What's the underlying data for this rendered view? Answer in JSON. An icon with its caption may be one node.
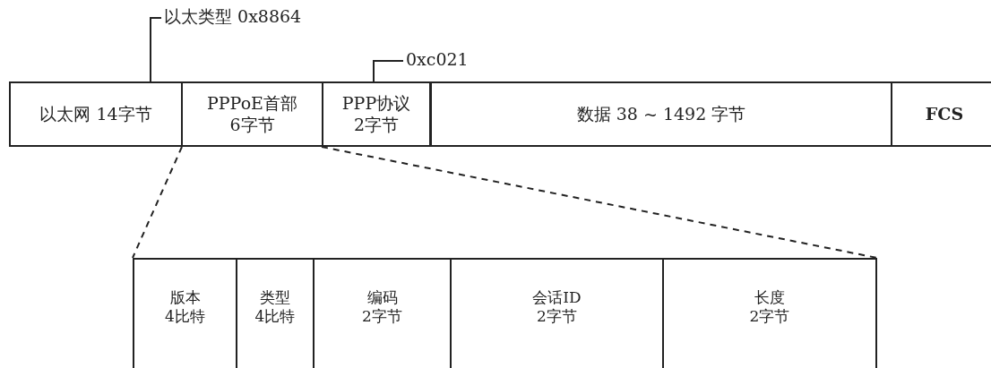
{
  "diagram": {
    "nodes": [
      {
        "text": [
          "以太网 14字节"
        ]
      },
      {
        "text": [
          "PPPoE首部",
          "6字节"
        ]
      },
      {
        "text": [
          "PPP协议",
          "2字节"
        ]
      },
      {
        "text": [
          "数据 38 ~ 1492 字节"
        ]
      },
      {
        "text": [
          "FCS"
        ]
      },
      {
        "text": [
          "以太类型 0x8864"
        ]
      },
      {
        "text": [
          "0xc021"
        ]
      },
      {
        "text": [
          "版本",
          "4比特"
        ]
      },
      {
        "text": [
          "类型",
          "4比特"
        ]
      },
      {
        "text": [
          "编码",
          "2字节"
        ]
      },
      {
        "text": [
          "会话ID",
          "2字节"
        ]
      },
      {
        "text": [
          "长度",
          "2字节"
        ]
      }
    ],
    "edges": [
      {
        "from": 5,
        "to": 0,
        "arrow": "none"
      },
      {
        "from": 6,
        "to": 2,
        "arrow": "none"
      },
      {
        "from": 1,
        "to": 7,
        "arrow": "none",
        "style": "dashed"
      },
      {
        "from": 1,
        "to": 11,
        "arrow": "none",
        "style": "dashed"
      }
    ]
  }
}
